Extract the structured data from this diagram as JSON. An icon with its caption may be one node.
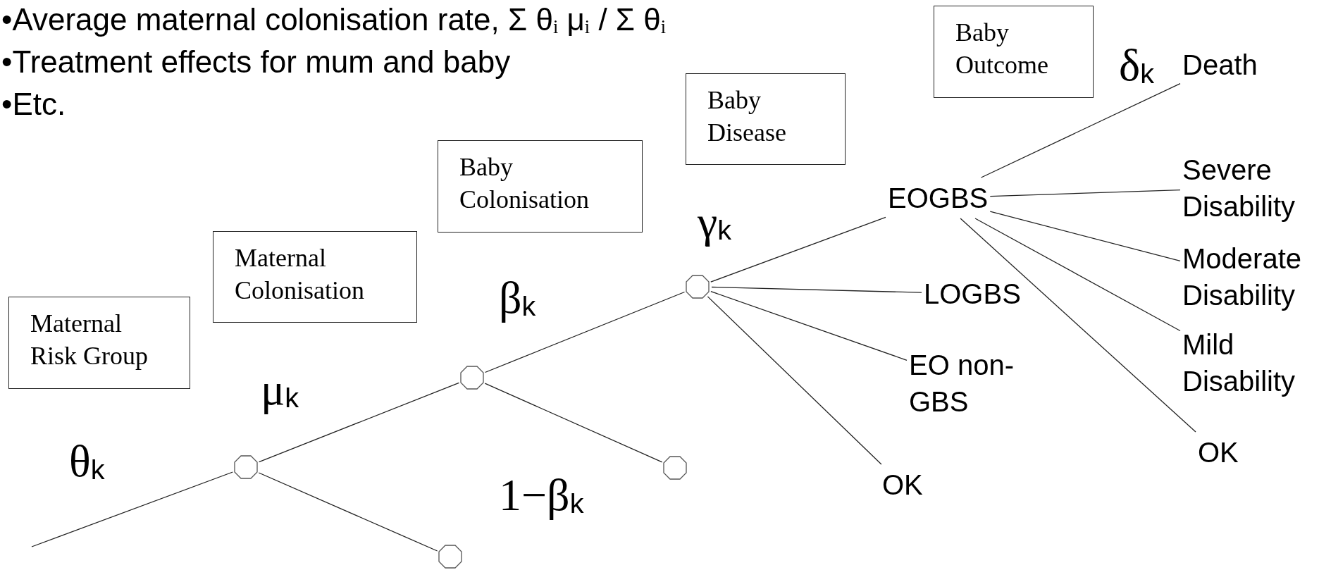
{
  "diagram": {
    "nodes": [
      {
        "text": [
          "Maternal Risk Group"
        ]
      },
      {
        "text": [
          "Maternal Colonisation"
        ]
      },
      {
        "text": [
          "Baby Colonisation"
        ]
      },
      {
        "text": [
          "Baby Disease"
        ]
      },
      {
        "text": [
          "Baby Outcome"
        ]
      },
      {
        "text": [],
        "shape": "octagon"
      },
      {
        "text": [],
        "shape": "octagon"
      },
      {
        "text": [],
        "shape": "octagon"
      },
      {
        "text": [],
        "shape": "octagon"
      },
      {
        "text": [],
        "shape": "octagon"
      },
      {
        "text": [
          "EOGBS"
        ]
      },
      {
        "text": [
          "LOGBS"
        ]
      },
      {
        "text": [
          "EO non-GBS"
        ]
      },
      {
        "text": [
          "OK"
        ]
      },
      {
        "text": [
          "Death"
        ]
      },
      {
        "text": [
          "Severe Disability"
        ]
      },
      {
        "text": [
          "Moderate Disability"
        ]
      },
      {
        "text": [
          "Mild Disability"
        ]
      },
      {
        "text": [
          "OK"
        ]
      }
    ],
    "edges": [
      {
        "from": null,
        "to": 5,
        "arrow": "none"
      },
      {
        "from": 5,
        "to": 7,
        "arrow": "none"
      },
      {
        "from": 5,
        "to": 6,
        "arrow": "none"
      },
      {
        "from": 7,
        "to": 9,
        "arrow": "none"
      },
      {
        "from": 7,
        "to": 8,
        "arrow": "none"
      },
      {
        "from": 9,
        "to": 10,
        "arrow": "none"
      },
      {
        "from": 9,
        "to": 11,
        "arrow": "none"
      },
      {
        "from": 9,
        "to": 12,
        "arrow": "none"
      },
      {
        "from": 9,
        "to": 13,
        "arrow": "none"
      },
      {
        "from": 10,
        "to": 14,
        "arrow": "none"
      },
      {
        "from": 10,
        "to": 15,
        "arrow": "none"
      },
      {
        "from": 10,
        "to": 16,
        "arrow": "none"
      },
      {
        "from": 10,
        "to": 17,
        "arrow": "none"
      },
      {
        "from": 10,
        "to": 18,
        "arrow": "none"
      }
    ],
    "labels": [
      "•Average maternal colonisation rate, Σ θ$_{i}$ μ$_{i}$  / Σ θ$_{i}$",
      "•Treatment effects for mum and baby",
      "•Etc.",
      "θ$_{k}$",
      "μ$_{k}$",
      "β$_{k}$",
      "1−β$_{k}$",
      "γ$_{k}$",
      "δ$_{k}$"
    ]
  }
}
